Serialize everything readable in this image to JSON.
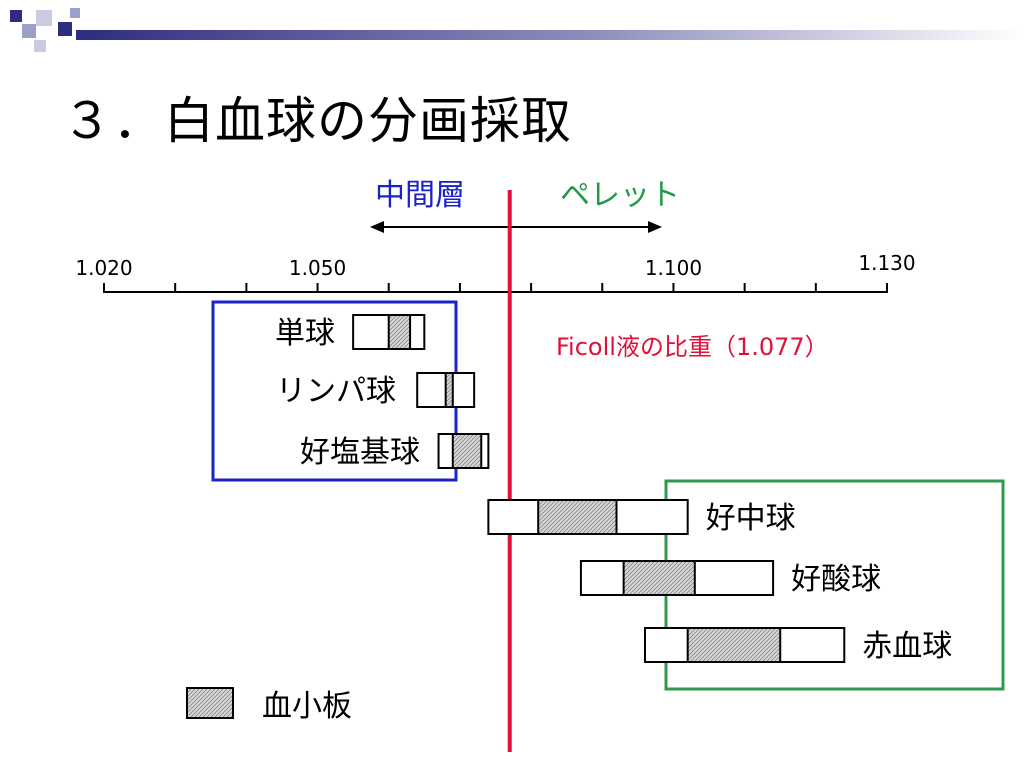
{
  "slide": {
    "title": "３．白血球の分画採取"
  },
  "regions": {
    "middle_layer": "中間層",
    "pellet": "ペレット"
  },
  "axis": {
    "ticks": [
      {
        "label": "1.020",
        "value": 1.02
      },
      {
        "label": "1.050",
        "value": 1.05
      },
      {
        "label": "1.100",
        "value": 1.1
      },
      {
        "label": "1.130",
        "value": 1.13
      }
    ],
    "min": 1.02,
    "max": 1.13
  },
  "ficoll": {
    "label": "Ficoll液の比重（1.077）",
    "value": 1.077
  },
  "cells": [
    {
      "label": "単球",
      "range": [
        1.055,
        1.065
      ],
      "core": [
        1.06,
        1.063
      ]
    },
    {
      "label": "リンパ球",
      "range": [
        1.064,
        1.072
      ],
      "core": [
        1.068,
        1.069
      ]
    },
    {
      "label": "好塩基球",
      "range": [
        1.067,
        1.074
      ],
      "core": [
        1.069,
        1.073
      ]
    },
    {
      "label": "好中球",
      "range": [
        1.074,
        1.102
      ],
      "core": [
        1.081,
        1.092
      ]
    },
    {
      "label": "好酸球",
      "range": [
        1.087,
        1.114
      ],
      "core": [
        1.093,
        1.103
      ]
    },
    {
      "label": "赤血球",
      "range": [
        1.096,
        1.124
      ],
      "core": [
        1.102,
        1.115
      ]
    }
  ],
  "legend": {
    "label": "血小板"
  },
  "colors": {
    "ficoll_line": "#e0103a",
    "middle_box": "#1a22c8",
    "pellet_box": "#2e9a50",
    "middle_text": "#1a22c8",
    "pellet_text": "#1f9a49",
    "ficoll_text": "#e0103a",
    "deco_navy": "#2d2d80"
  }
}
